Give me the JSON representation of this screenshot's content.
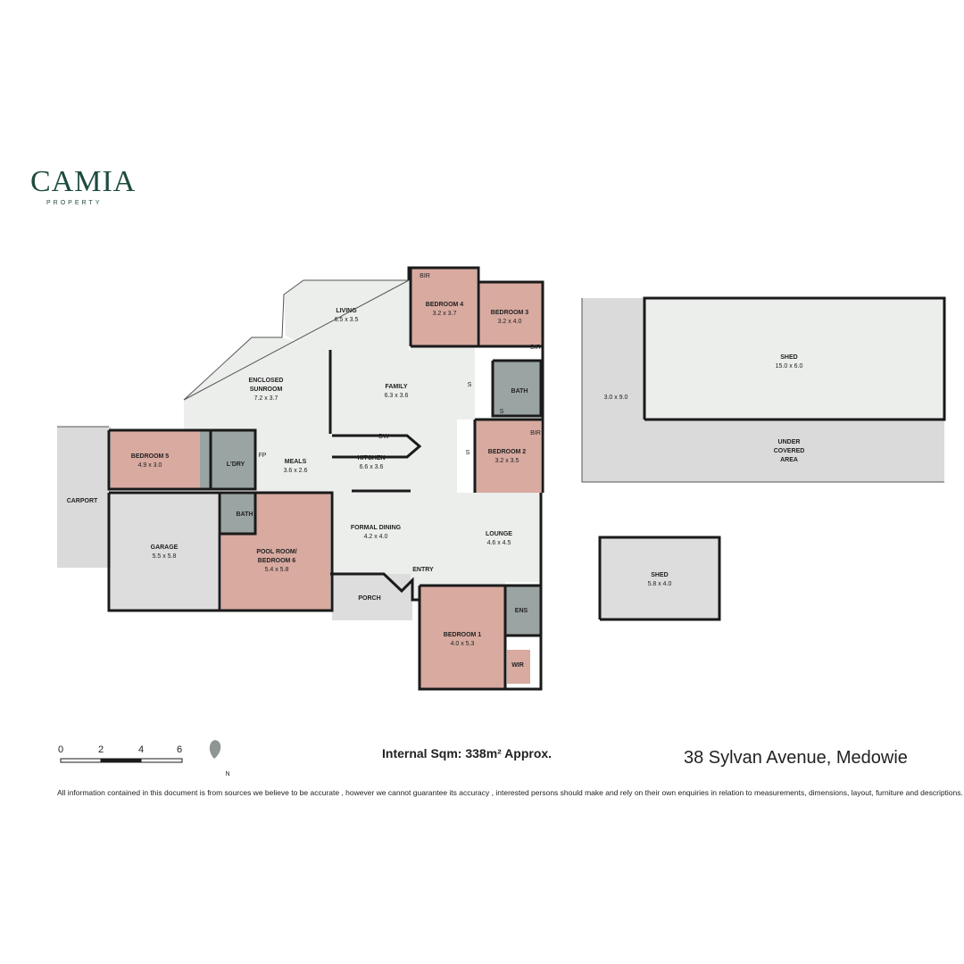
{
  "brand": {
    "name": "CAMIA",
    "subtitle": "PROPERTY"
  },
  "rooms": {
    "living": {
      "name": "LIVING",
      "dims": "6.5 x 3.5"
    },
    "bedroom4": {
      "name": "BEDROOM 4",
      "dims": "3.2 x 3.7"
    },
    "bedroom3": {
      "name": "BEDROOM 3",
      "dims": "3.2 x 4.0"
    },
    "sunroom": {
      "name": "ENCLOSED",
      "name2": "SUNROOM",
      "dims": "7.2 x 3.7"
    },
    "family": {
      "name": "FAMILY",
      "dims": "6.3 x 3.6"
    },
    "bath_upper": {
      "name": "BATH"
    },
    "bedroom5": {
      "name": "BEDROOM 5",
      "dims": "4.9 x 3.0"
    },
    "laundry": {
      "name": "L'DRY"
    },
    "meals": {
      "name": "MEALS",
      "dims": "3.6 x 2.6"
    },
    "kitchen": {
      "name": "KITCHEN",
      "dims": "6.6 x 3.6"
    },
    "bedroom2": {
      "name": "BEDROOM 2",
      "dims": "3.2 x 3.5"
    },
    "carport": {
      "name": "CARPORT"
    },
    "bath_lower": {
      "name": "BATH"
    },
    "garage": {
      "name": "GARAGE",
      "dims": "5.5 x 5.8"
    },
    "poolroom": {
      "name": "POOL ROOM/",
      "name2": "BEDROOM 6",
      "dims": "5.4 x 5.8"
    },
    "formal_dining": {
      "name": "FORMAL DINING",
      "dims": "4.2 x 4.0"
    },
    "lounge": {
      "name": "LOUNGE",
      "dims": "4.6 x 4.5"
    },
    "entry": {
      "name": "ENTRY"
    },
    "porch": {
      "name": "PORCH"
    },
    "bedroom1": {
      "name": "BEDROOM 1",
      "dims": "4.0 x 5.3"
    },
    "ensuite": {
      "name": "ENS"
    },
    "wir": {
      "name": "WIR"
    },
    "shed_large": {
      "name": "SHED",
      "dims": "15.0 x 6.0"
    },
    "shed_side": {
      "dims": "3.0 x 9.0"
    },
    "under_cover": {
      "line1": "UNDER",
      "line2": "COVERED",
      "line3": "AREA"
    },
    "shed_small": {
      "name": "SHED",
      "dims": "5.8 x 4.0"
    }
  },
  "fixtures": {
    "bir": "BIR",
    "dw": "DW",
    "fp": "FP",
    "storage": "S"
  },
  "scale_bar": {
    "labels": [
      "0",
      "2",
      "4",
      "6"
    ]
  },
  "north": {
    "label": "N"
  },
  "internal_area": "Internal Sqm: 338m² Approx.",
  "address": "38 Sylvan Avenue, Medowie",
  "disclaimer": "All information contained in this document is from sources we believe to be accurate , however we cannot guarantee its accuracy , interested persons should make and rely on their own enquiries in relation to measurements, dimensions, layout, furniture and descriptions.",
  "colors": {
    "bedroom": "#d8aaa0",
    "wet_area": "#9aa4a2",
    "living": "#eceeec",
    "garage": "#dcdddc",
    "outdoor": "#d9dad9",
    "wall": "#1a1a1a",
    "brand": "#1d4b3f"
  }
}
